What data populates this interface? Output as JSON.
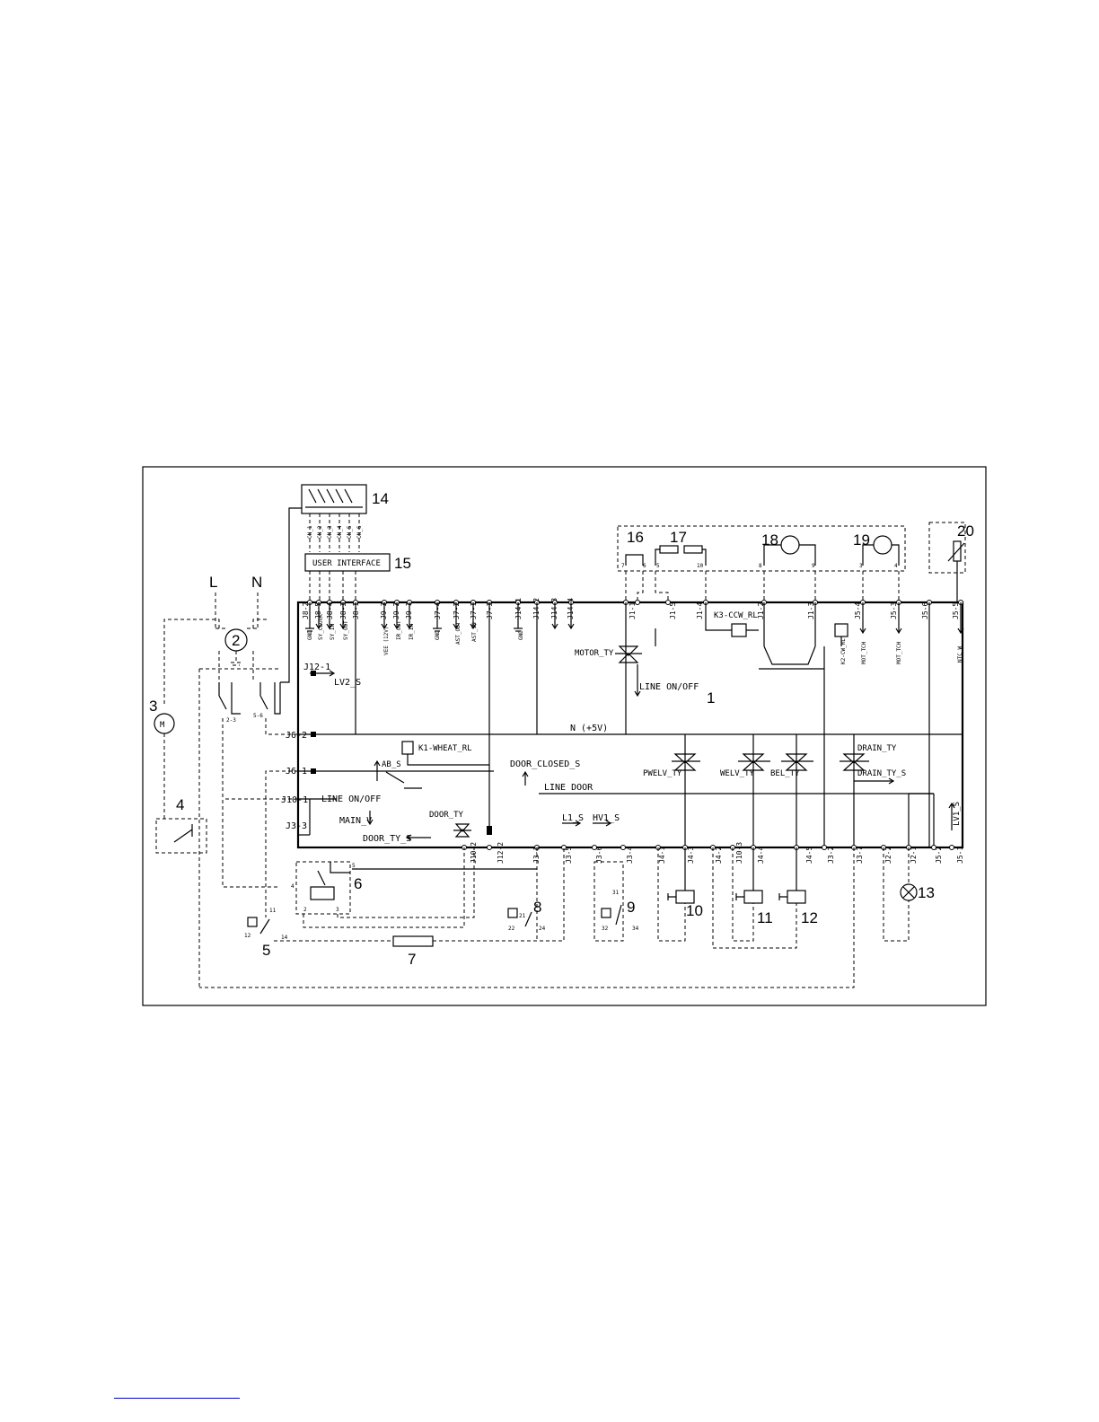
{
  "components": [
    {
      "id": "1",
      "num": "1"
    },
    {
      "id": "2",
      "num": "2"
    },
    {
      "id": "3",
      "num": "3"
    },
    {
      "id": "4",
      "num": "4"
    },
    {
      "id": "5",
      "num": "5"
    },
    {
      "id": "6",
      "num": "6"
    },
    {
      "id": "7",
      "num": "7"
    },
    {
      "id": "8",
      "num": "8"
    },
    {
      "id": "9",
      "num": "9"
    },
    {
      "id": "10",
      "num": "10"
    },
    {
      "id": "11",
      "num": "11"
    },
    {
      "id": "12",
      "num": "12"
    },
    {
      "id": "13",
      "num": "13"
    },
    {
      "id": "14",
      "num": "14"
    },
    {
      "id": "15",
      "num": "15"
    },
    {
      "id": "16",
      "num": "16"
    },
    {
      "id": "17",
      "num": "17"
    },
    {
      "id": "18",
      "num": "18"
    },
    {
      "id": "19",
      "num": "19"
    },
    {
      "id": "20",
      "num": "20"
    }
  ],
  "supply": {
    "line": "L",
    "neutral": "N"
  },
  "user_interface": "USER INTERFACE",
  "top_pins": [
    "J8-2",
    "J8-5",
    "J8-4",
    "J8-3",
    "J8-1",
    "J9-3",
    "J9-2",
    "J9-1",
    "J7-4",
    "J7-2",
    "J7-1",
    "J7-3",
    "J14-1",
    "J14-2",
    "J14-3",
    "J14-4",
    "J1-1",
    "J1-5",
    "J1-4",
    "J1-2",
    "J1-3",
    "J5-4",
    "J5-3",
    "J5-6",
    "J5-5"
  ],
  "top_signals": [
    "GND",
    "SY_CLOCK",
    "SY_IN",
    "SY_OUT",
    "VEE (12V)",
    "IR_OUT",
    "IR_IN",
    "GND",
    "AST_OUT",
    "AST_IN",
    "GND",
    "MOT_TCH",
    "MOT_TCH",
    "NTC_W"
  ],
  "bottom_pins": [
    "J10-2",
    "J12-2",
    "J3-1",
    "J3-5",
    "J3-6",
    "J3-4",
    "J4-1",
    "J4-3",
    "J4-2",
    "J10-3",
    "J4-4",
    "J4-5",
    "J3-2",
    "J3-7",
    "J2-2",
    "J2-1",
    "J5-2",
    "J5-1"
  ],
  "left_pins": [
    "J6-2",
    "J6-1",
    "J10-1",
    "J3-3"
  ],
  "ribbon_pins": [
    "CN_1",
    "CN_2",
    "CN_3",
    "CN_4",
    "CN_5",
    "CN_6"
  ],
  "signals": {
    "j12": "J12-1",
    "lv2": "LV2_S",
    "motor_ty": "MOTOR_TY",
    "line_onoff": "LINE ON/OFF",
    "line_onoff_left": "LINE ON/OFF",
    "n5v": "N (+5V)",
    "k1": "K1-WHEAT_RL",
    "ab_s": "AB_S",
    "door_closed": "DOOR_CLOSED_S",
    "line_door": "LINE DOOR",
    "main_v": "MAIN_V",
    "door_ty": "DOOR_TY",
    "door_ty_s": "DOOR_TY_S",
    "l1_s": "L1_S",
    "hv1_s": "HV1_S",
    "pwelv": "PWELV_TY",
    "welv": "WELV_TY",
    "bel": "BEL_TY",
    "drain_ty": "DRAIN_TY",
    "drain_ty_s": "DRAIN_TY_S",
    "k3": "K3-CCW_RL",
    "k2": "K2-CW_RL",
    "lv1": "LV1_S"
  },
  "terminals": {
    "t16a": "7",
    "t16b": "6",
    "t17a": "5",
    "t17b": "10",
    "t18a": "8",
    "t18b": "9",
    "t19a": "3",
    "t19b": "4",
    "sw23": "2-3",
    "sw56": "5-6",
    "p11": "11",
    "p12": "12",
    "p14": "14",
    "p21": "21",
    "p22": "22",
    "p24": "24",
    "p31": "31",
    "p32": "32",
    "p34": "34",
    "k5": "5",
    "k4": "4",
    "k2": "2",
    "k3": "3"
  }
}
